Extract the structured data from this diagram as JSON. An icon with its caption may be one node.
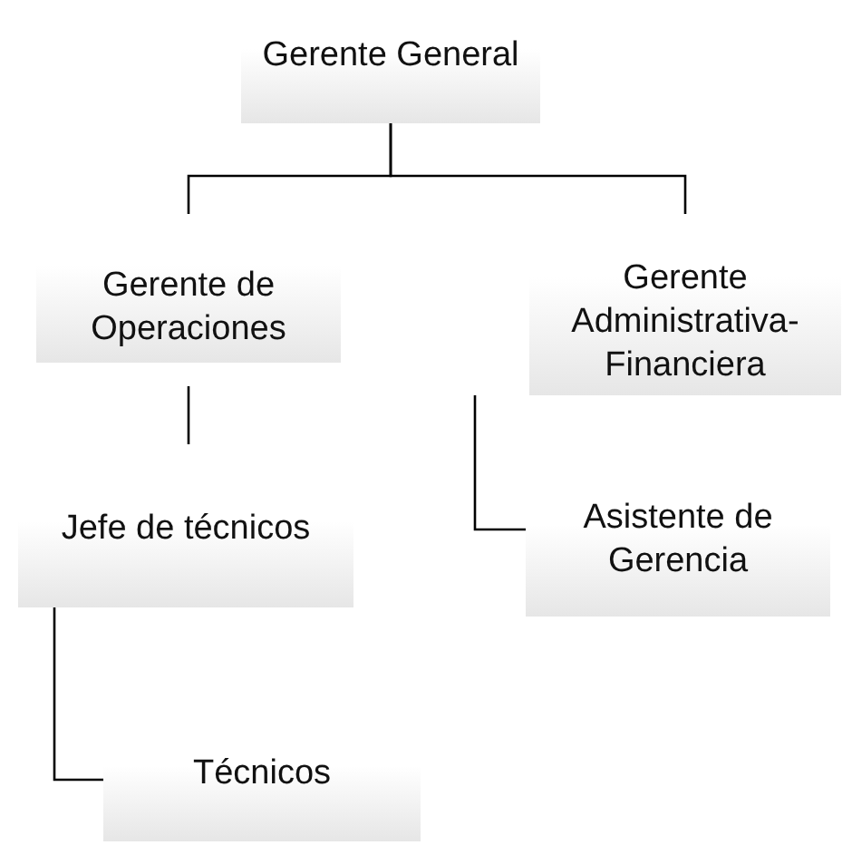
{
  "diagram": {
    "nodes": [
      {
        "text": [
          "Gerente General"
        ]
      },
      {
        "text": [
          "Gerente de Operaciones"
        ]
      },
      {
        "text": [
          "Gerente Administrativa-Financiera"
        ]
      },
      {
        "text": [
          "Jefe de técnicos"
        ]
      },
      {
        "text": [
          "Asistente de Gerencia"
        ]
      },
      {
        "text": [
          "Técnicos"
        ]
      }
    ],
    "edges": [
      {
        "from": 0,
        "to": 1,
        "arrow": "none"
      },
      {
        "from": 0,
        "to": 2,
        "arrow": "none"
      },
      {
        "from": 1,
        "to": 3,
        "arrow": "none"
      },
      {
        "from": 2,
        "to": 4,
        "arrow": "none"
      },
      {
        "from": 3,
        "to": 5,
        "arrow": "none"
      }
    ]
  }
}
